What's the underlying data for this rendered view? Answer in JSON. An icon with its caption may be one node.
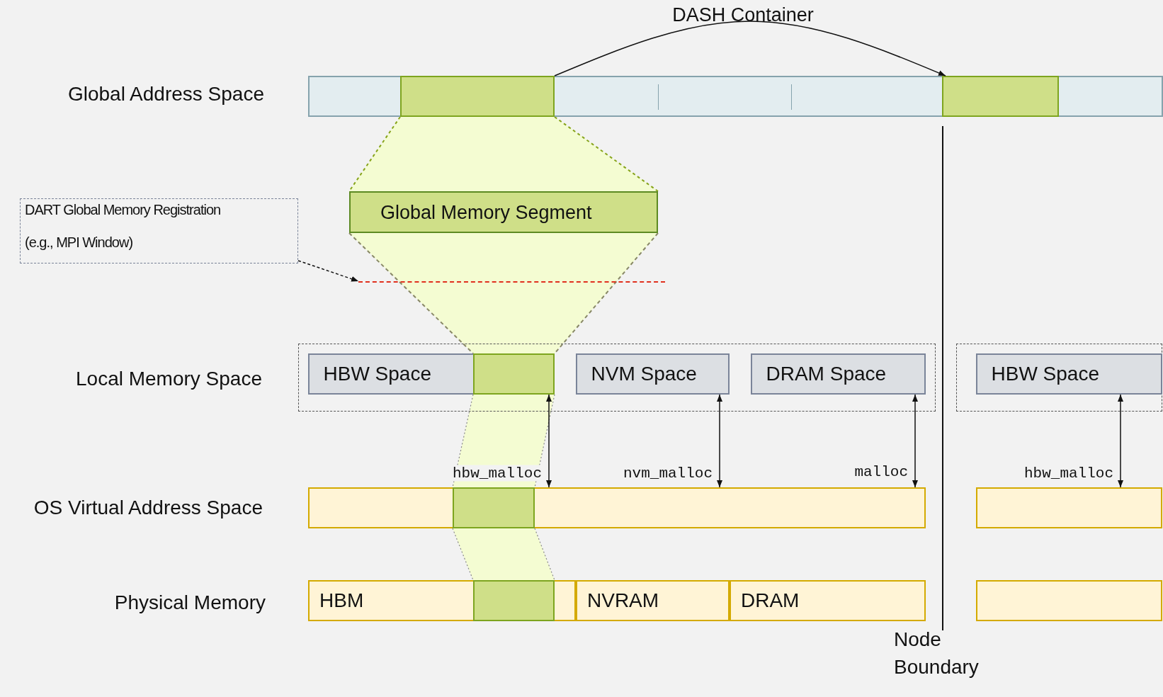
{
  "diagram": {
    "nodes": [
      {
        "text": [],
        "shape": "bar"
      },
      {
        "text": [],
        "shape": "bar",
        "in": 0
      },
      {
        "text": [],
        "shape": "bar",
        "in": 0
      },
      {
        "text": [
          "Global Memory Segment"
        ]
      },
      {
        "text": [
          "DART Global Memory Registration",
          "(e.g., MPI Window)"
        ]
      },
      {
        "text": [],
        "shape": "line"
      },
      {
        "text": [],
        "shape": "box"
      },
      {
        "text": [
          "HBW Space"
        ],
        "in": 6
      },
      {
        "text": [],
        "shape": "bar",
        "in": 7
      },
      {
        "text": [
          "NVM Space"
        ],
        "in": 6
      },
      {
        "text": [
          "DRAM Space"
        ],
        "in": 6
      },
      {
        "text": [],
        "shape": "box"
      },
      {
        "text": [
          "HBW Space"
        ],
        "in": 11
      },
      {
        "text": [],
        "shape": "bar"
      },
      {
        "text": [],
        "shape": "bar",
        "in": 13
      },
      {
        "text": [],
        "shape": "bar"
      },
      {
        "text": [
          "HBM"
        ]
      },
      {
        "text": [],
        "shape": "bar",
        "in": 16
      },
      {
        "text": [
          "NVRAM"
        ]
      },
      {
        "text": [
          "DRAM"
        ]
      },
      {
        "text": [],
        "shape": "bar"
      }
    ],
    "edges": [
      {
        "from": 1,
        "to": 2,
        "arrow": "to",
        "label": "DASH Container"
      },
      {
        "from": 4,
        "to": 5,
        "arrow": "to",
        "style": "dashed"
      },
      {
        "from": 8,
        "to": 13,
        "arrow": "both",
        "label": "hbw_malloc"
      },
      {
        "from": 9,
        "to": 13,
        "arrow": "both",
        "label": "nvm_malloc"
      },
      {
        "from": 10,
        "to": 13,
        "arrow": "both",
        "label": "malloc"
      },
      {
        "from": 12,
        "to": 15,
        "arrow": "both",
        "label": "hbw_malloc"
      }
    ],
    "labels": [
      "Global Address Space",
      "Local Memory Space",
      "OS Virtual Address Space",
      "Physical Memory",
      "Node Boundary"
    ]
  }
}
